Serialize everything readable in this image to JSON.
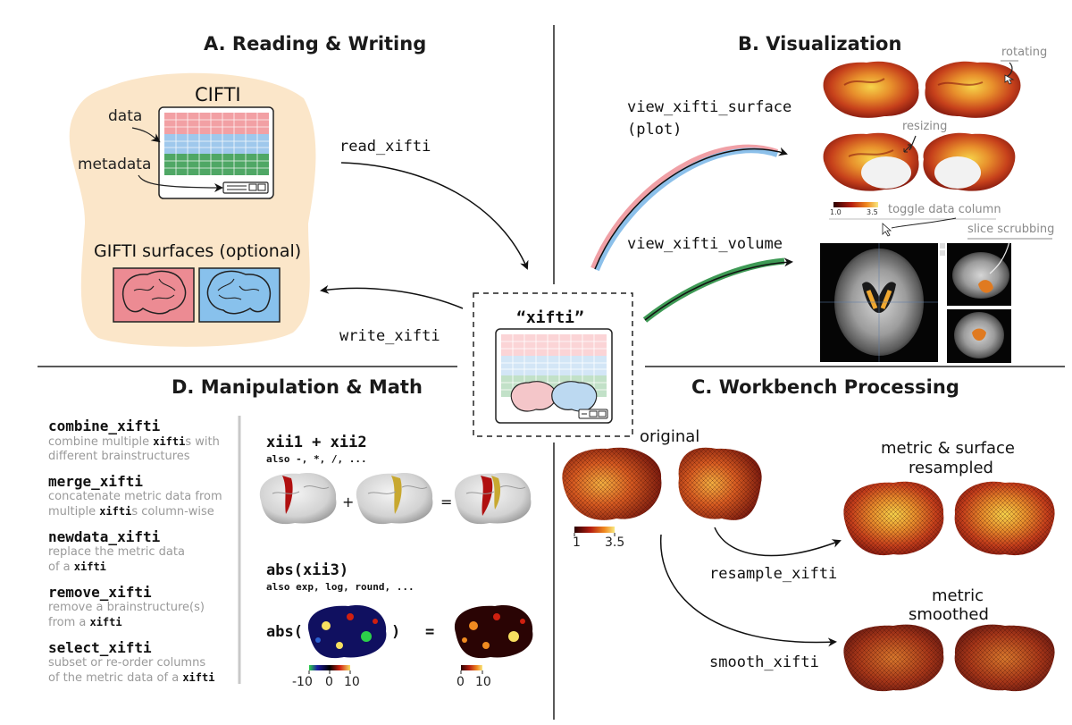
{
  "panels": {
    "a_title": "A. Reading & Writing",
    "b_title": "B. Visualization",
    "c_title": "C. Workbench Processing",
    "d_title": "D. Manipulation & Math"
  },
  "reading": {
    "cifti_title": "CIFTI",
    "data_label": "data",
    "metadata_label": "metadata",
    "gifti_label": "GIFTI surfaces (optional)",
    "read_fn": "read_xifti",
    "write_fn": "write_xifti"
  },
  "xifti": {
    "label": "“xifti”"
  },
  "viz": {
    "surface_fn": "view_xifti_surface",
    "surface_note": "(plot)",
    "volume_fn": "view_xifti_volume",
    "rotating": "rotating",
    "resizing": "resizing",
    "toggle": "toggle data column",
    "slice": "slice scrubbing",
    "scale_min": "1.0",
    "scale_max": "3.5"
  },
  "workbench": {
    "original": "original",
    "resampled_line1": "metric & surface",
    "resampled_line2": "resampled",
    "resample_fn": "resample_xifti",
    "smoothed_line1": "metric",
    "smoothed_line2": "smoothed",
    "smooth_fn": "smooth_xifti",
    "scale_min": "1",
    "scale_max": "3.5"
  },
  "manip": {
    "functions": [
      {
        "name": "combine_xifti",
        "desc_a": "combine multiple ",
        "code_a": "xifti",
        "desc_b": "s with",
        "desc_c": "different brainstructures"
      },
      {
        "name": "merge_xifti",
        "desc_a": "concatenate metric data from",
        "desc_b": "multiple ",
        "code_b": "xifti",
        "desc_c": "s column-wise"
      },
      {
        "name": "newdata_xifti",
        "desc_a": "replace the metric data",
        "desc_b": "of a ",
        "code_b": "xifti"
      },
      {
        "name": "remove_xifti",
        "desc_a": "remove a brainstructure(s)",
        "desc_b": "from a ",
        "code_b": "xifti"
      },
      {
        "name": "select_xifti",
        "desc_a": "subset or re-order columns",
        "desc_b": "of the metric data of a ",
        "code_b": "xifti"
      }
    ],
    "sum_expr": "xii1 + xii2",
    "sum_note": "also -, *, /, ...",
    "plus": "+",
    "equals": "=",
    "abs_expr": "abs(xii3)",
    "abs_note": "also exp, log, round, ...",
    "abs_open": "abs(",
    "abs_close": ")",
    "abs_equals": "=",
    "scale_left": [
      "-10",
      "0",
      "10"
    ],
    "scale_right": [
      "0",
      "10"
    ]
  },
  "colors": {
    "blob": "#fbe6c9",
    "cifti_red": "#f2a0a4",
    "cifti_blue": "#9fc8ec",
    "cifti_green": "#4fa765",
    "brain_red": "#ec8b93",
    "brain_blue": "#88c1ec",
    "arrow_red": "#f0a0a6",
    "arrow_blue": "#8cc0ea",
    "arrow_green": "#3e9a55"
  }
}
